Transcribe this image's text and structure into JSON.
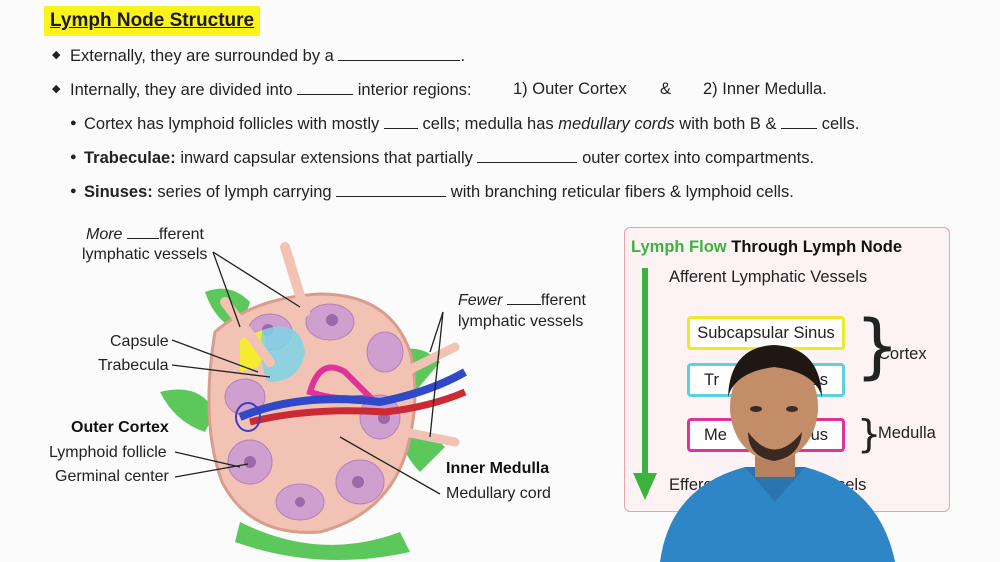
{
  "title": "Lymph Node Structure",
  "bullets": {
    "b1_pre": "Externally, they are surrounded by a",
    "b1_post": ".",
    "b2_pre": "Internally, they are divided into",
    "b2_mid": "interior regions:",
    "b2_r1": "1) Outer Cortex",
    "b2_amp": "&",
    "b2_r2": "2) Inner Medulla.",
    "s1_pre": "Cortex has lymphoid follicles with mostly",
    "s1_mid": "cells; medulla has",
    "s1_ital": "medullary cords",
    "s1_mid2": "with both B &",
    "s1_post": "cells.",
    "s2_bold": "Trabeculae:",
    "s2_pre": "inward capsular extensions that partially",
    "s2_post": "outer cortex into compartments.",
    "s3_bold": "Sinuses:",
    "s3_pre": "series of lymph carrying",
    "s3_post": "with branching reticular fibers & lymphoid cells."
  },
  "diagram": {
    "more_ital": "More",
    "more_suffix": "fferent",
    "more_line2": "lymphatic vessels",
    "fewer_ital": "Fewer",
    "fewer_suffix": "fferent",
    "fewer_line2": "lymphatic vessels",
    "capsule": "Capsule",
    "trabecula": "Trabecula",
    "outer_cortex": "Outer Cortex",
    "lymphoid_follicle": "Lymphoid follicle",
    "germinal_center": "Germinal center",
    "inner_medulla": "Inner Medulla",
    "medullary_cord": "Medullary cord"
  },
  "flow": {
    "title_green": "Lymph Flow",
    "title_rest": "Through Lymph Node",
    "afferent": "Afferent Lymphatic Vessels",
    "subcapsular": "Subcapsular Sinus",
    "trabecular_partial": "Tr",
    "trabecular_end": "us",
    "medullary_partial": "Me",
    "medullary_end": "us",
    "cortex": "Cortex",
    "medulla": "Medulla",
    "efferent_partial": "Efferen",
    "efferent_end": "sels",
    "colors": {
      "green": "#3cb33c",
      "yellow": "#f1e62c",
      "cyan": "#5bd0e0",
      "magenta": "#e0339a"
    }
  }
}
